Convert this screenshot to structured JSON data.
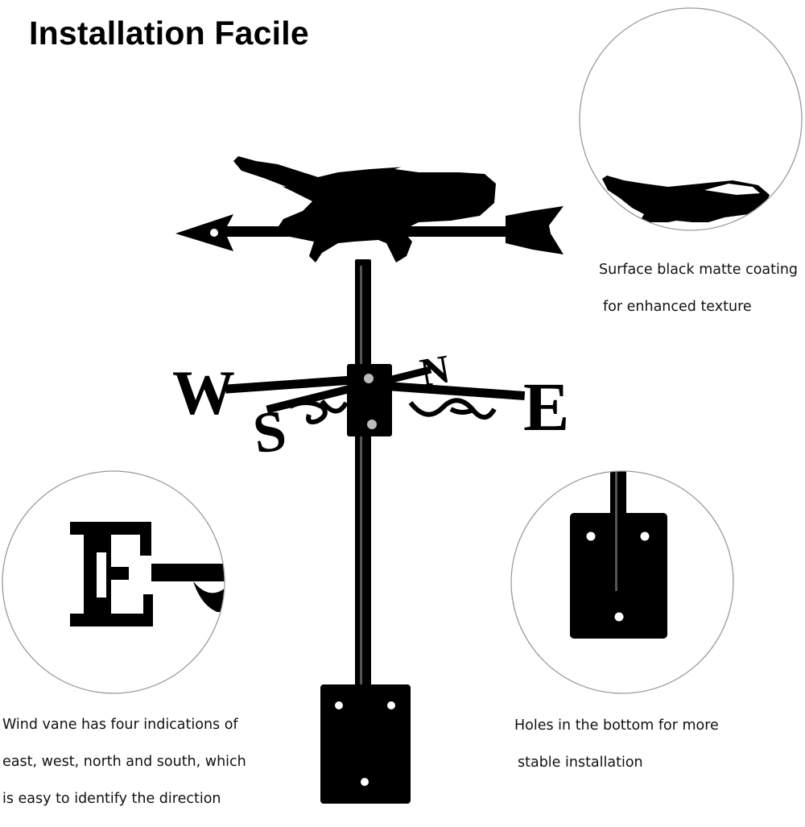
{
  "page": {
    "title": "Installation Facile"
  },
  "compass": {
    "west": "W",
    "east": "E",
    "north": "N",
    "south": "S"
  },
  "callouts": {
    "texture": {
      "line1": "Surface black matte coating",
      "line2": "for enhanced texture",
      "icon": "crocodile-closeup-icon"
    },
    "directions": {
      "line1": "Wind vane has four indications of",
      "line2": "east, west, north and south, which",
      "line3": "is easy to identify the direction",
      "icon": "letter-e-closeup-icon"
    },
    "holes": {
      "line1": "Holes in the bottom for more",
      "line2": "stable installation",
      "icon": "mounting-plate-closeup-icon"
    }
  },
  "colors": {
    "ink": "#000000",
    "circle_stroke": "#9a9a9a",
    "background": "#ffffff"
  }
}
